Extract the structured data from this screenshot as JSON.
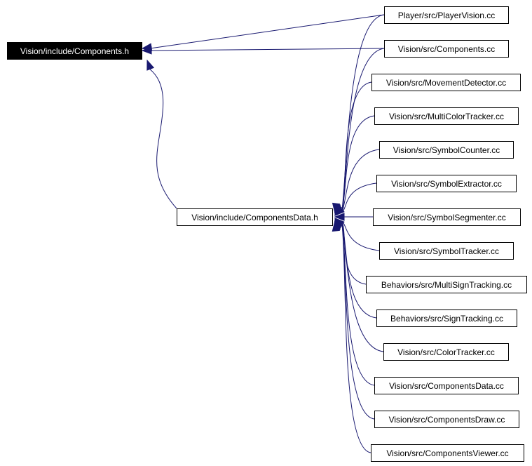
{
  "graph": {
    "edge_color": "#191970",
    "root": {
      "id": "components_h",
      "label": "Vision/include/Components.h"
    },
    "mid": {
      "id": "components_data_h",
      "label": "Vision/include/ComponentsData.h"
    },
    "nodes": [
      {
        "id": "player_vision",
        "label": "Player/src/PlayerVision.cc"
      },
      {
        "id": "components_cc",
        "label": "Vision/src/Components.cc"
      },
      {
        "id": "movement_detector",
        "label": "Vision/src/MovementDetector.cc"
      },
      {
        "id": "multi_color_tracker",
        "label": "Vision/src/MultiColorTracker.cc"
      },
      {
        "id": "symbol_counter",
        "label": "Vision/src/SymbolCounter.cc"
      },
      {
        "id": "symbol_extractor",
        "label": "Vision/src/SymbolExtractor.cc"
      },
      {
        "id": "symbol_segmenter",
        "label": "Vision/src/SymbolSegmenter.cc"
      },
      {
        "id": "symbol_tracker",
        "label": "Vision/src/SymbolTracker.cc"
      },
      {
        "id": "multi_sign_tracking",
        "label": "Behaviors/src/MultiSignTracking.cc"
      },
      {
        "id": "sign_tracking",
        "label": "Behaviors/src/SignTracking.cc"
      },
      {
        "id": "color_tracker",
        "label": "Vision/src/ColorTracker.cc"
      },
      {
        "id": "components_data_cc",
        "label": "Vision/src/ComponentsData.cc"
      },
      {
        "id": "components_draw",
        "label": "Vision/src/ComponentsDraw.cc"
      },
      {
        "id": "components_viewer",
        "label": "Vision/src/ComponentsViewer.cc"
      }
    ],
    "edges": [
      {
        "from": "player_vision",
        "to": "components_h"
      },
      {
        "from": "components_cc",
        "to": "components_h"
      },
      {
        "from": "components_data_h",
        "to": "components_h"
      },
      {
        "from": "player_vision",
        "to": "components_data_h"
      },
      {
        "from": "components_cc",
        "to": "components_data_h"
      },
      {
        "from": "movement_detector",
        "to": "components_data_h"
      },
      {
        "from": "multi_color_tracker",
        "to": "components_data_h"
      },
      {
        "from": "symbol_counter",
        "to": "components_data_h"
      },
      {
        "from": "symbol_extractor",
        "to": "components_data_h"
      },
      {
        "from": "symbol_segmenter",
        "to": "components_data_h"
      },
      {
        "from": "symbol_tracker",
        "to": "components_data_h"
      },
      {
        "from": "multi_sign_tracking",
        "to": "components_data_h"
      },
      {
        "from": "sign_tracking",
        "to": "components_data_h"
      },
      {
        "from": "color_tracker",
        "to": "components_data_h"
      },
      {
        "from": "components_data_cc",
        "to": "components_data_h"
      },
      {
        "from": "components_draw",
        "to": "components_data_h"
      },
      {
        "from": "components_viewer",
        "to": "components_data_h"
      }
    ]
  }
}
